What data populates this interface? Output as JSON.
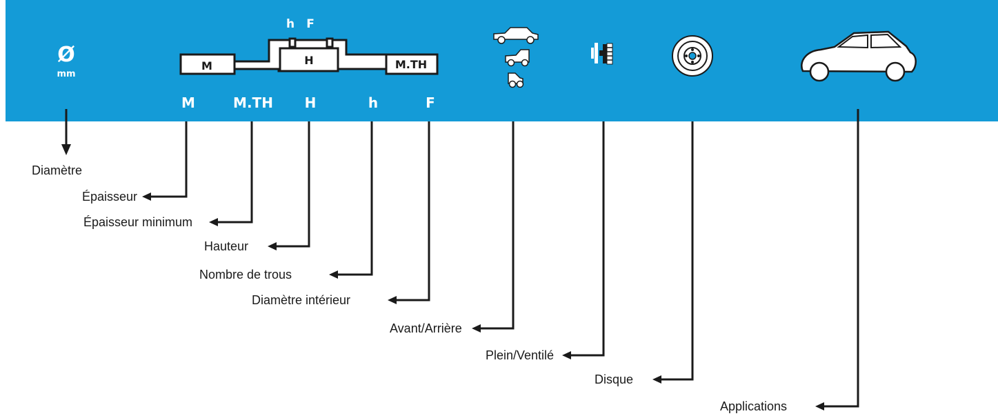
{
  "colors": {
    "header_bg": "#149bd7",
    "ink": "#1a1a1a",
    "icon": "#ffffff"
  },
  "header": {
    "diameter_symbol": "Ø",
    "diameter_unit": "mm",
    "profile_box_labels": {
      "m": "M",
      "h": "H",
      "mth": "M.TH"
    },
    "profile_top_labels": {
      "h": "h",
      "f": "F"
    },
    "column_letters": [
      "M",
      "M.TH",
      "H",
      "h",
      "F"
    ],
    "icons": [
      "diameter-icon",
      "disc-profile-icon",
      "axle-position-icon",
      "solid-vented-icon",
      "disc-icon",
      "car-icon"
    ]
  },
  "legend": [
    {
      "id": "diametre",
      "label": "Diamètre"
    },
    {
      "id": "epaisseur",
      "label": "Épaisseur"
    },
    {
      "id": "epaisseur-minimum",
      "label": "Épaisseur minimum"
    },
    {
      "id": "hauteur",
      "label": "Hauteur"
    },
    {
      "id": "nombre-de-trous",
      "label": "Nombre de trous"
    },
    {
      "id": "diametre-interieur",
      "label": "Diamètre intérieur"
    },
    {
      "id": "avant-arriere",
      "label": "Avant/Arrière"
    },
    {
      "id": "plein-ventile",
      "label": "Plein/Ventilé"
    },
    {
      "id": "disque",
      "label": "Disque"
    },
    {
      "id": "applications",
      "label": "Applications"
    }
  ]
}
